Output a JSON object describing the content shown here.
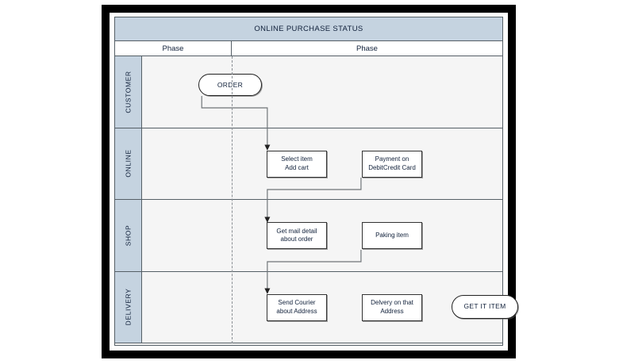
{
  "diagram": {
    "title": "ONLINE PURCHASE STATUS",
    "phase_headers": [
      {
        "label": "Phase"
      },
      {
        "label": "Phase"
      }
    ],
    "lanes": [
      {
        "label": "CUSTOMER"
      },
      {
        "label": "ONLINE"
      },
      {
        "label": "SHOP"
      },
      {
        "label": "DELIVERY"
      }
    ],
    "nodes": {
      "order": {
        "label": "ORDER",
        "shape": "terminal"
      },
      "select_item": {
        "line1": "Select item",
        "line2": "Add cart",
        "shape": "process"
      },
      "payment": {
        "line1": "Payment on",
        "line2": "DebitCredit Card",
        "shape": "process"
      },
      "get_mail": {
        "line1": "Get mail detail",
        "line2": "about order",
        "shape": "process"
      },
      "paking": {
        "label": "Paking item",
        "shape": "process"
      },
      "send_courier": {
        "line1": "Send Courier",
        "line2": "about Address",
        "shape": "process"
      },
      "delivery": {
        "line1": "Delvery on that",
        "line2": "Address",
        "shape": "process"
      },
      "get_it_item": {
        "label": "GET IT ITEM",
        "shape": "terminal"
      }
    },
    "colors": {
      "header_band": "#c5d3e0",
      "lane_label": "#c5d3e0",
      "lane_body": "#f5f5f5",
      "grid_line": "#555f66",
      "connector": "#6f7478",
      "node_border": "#333333",
      "frame": "#000000"
    }
  }
}
